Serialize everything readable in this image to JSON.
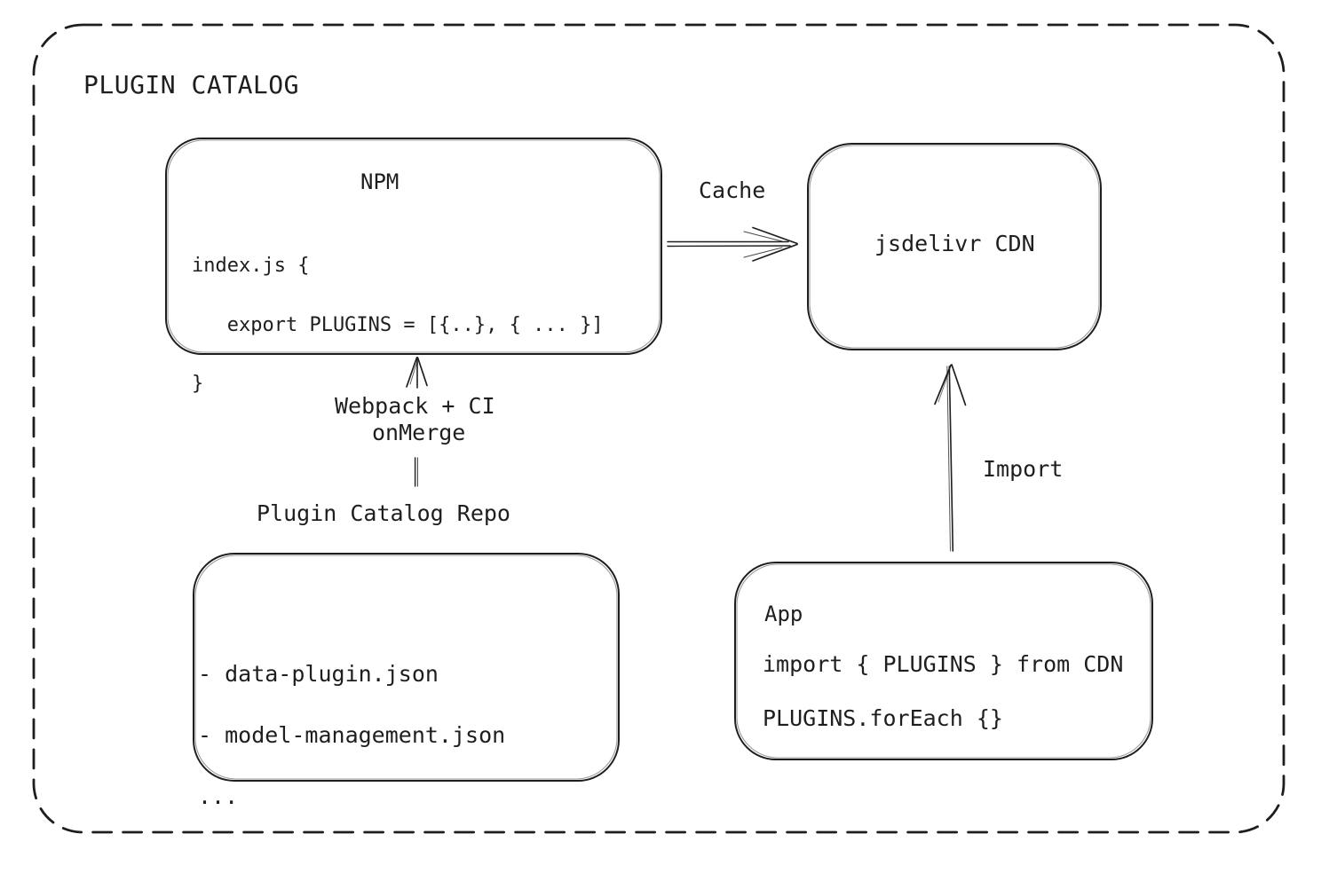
{
  "canvas": {
    "background": "#ffffff",
    "stroke_color": "#1e1e1e"
  },
  "title": "PLUGIN CATALOG",
  "nodes": {
    "npm": {
      "title": "NPM",
      "code": [
        "index.js {",
        "   export PLUGINS = [{..}, { ... }]",
        "}"
      ]
    },
    "cdn": {
      "label": "jsdelivr CDN"
    },
    "repo": {
      "title": "Plugin Catalog Repo",
      "files": [
        "- data-plugin.json",
        "- model-management.json",
        "..."
      ]
    },
    "app": {
      "title": "App",
      "code": [
        "import { PLUGINS } from CDN",
        "PLUGINS.forEach {}"
      ]
    }
  },
  "edges": {
    "cache": {
      "label": "Cache",
      "from": "NPM",
      "to": "jsdelivr CDN"
    },
    "build": {
      "label": [
        "Webpack + CI",
        "onMerge"
      ],
      "from": "Plugin Catalog Repo",
      "to": "NPM"
    },
    "import": {
      "label": "Import",
      "from": "App",
      "to": "jsdelivr CDN"
    }
  }
}
